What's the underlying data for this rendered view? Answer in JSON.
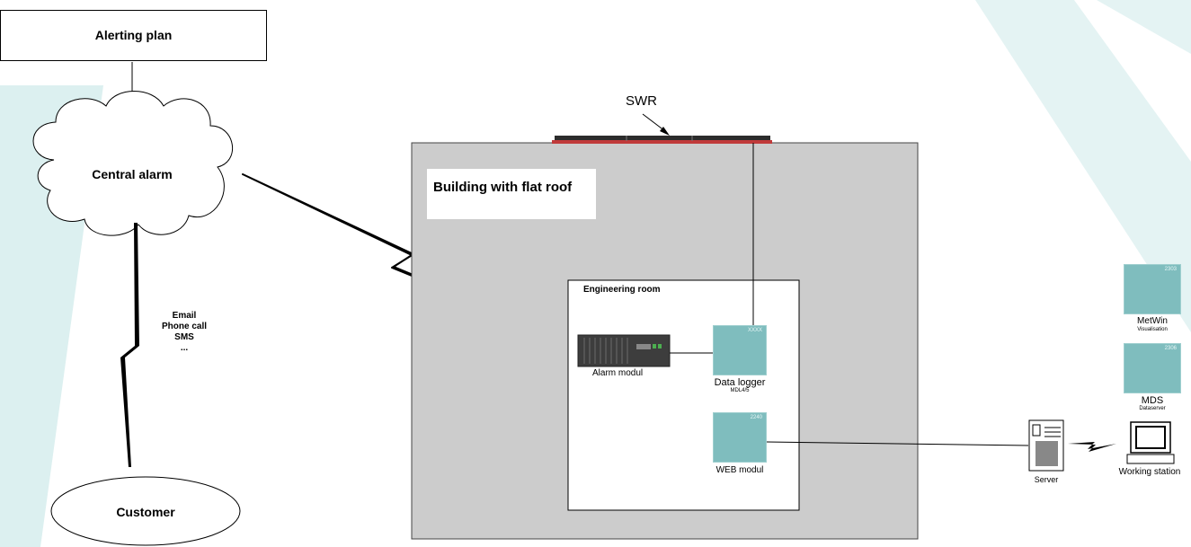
{
  "alerting_plan": "Alerting plan",
  "central_alarm": "Central alarm",
  "customer": "Customer",
  "channels": [
    "Email",
    "Phone call",
    "SMS",
    "..."
  ],
  "swr": "SWR",
  "building": "Building with flat roof",
  "engineering_room": "Engineering room",
  "alarm_modul": "Alarm modul",
  "data_logger": {
    "label": "Data logger",
    "sublabel": "MDL4/5",
    "tag": "XXXX"
  },
  "web_modul": {
    "label": "WEB modul",
    "tag": "2240"
  },
  "metwin": {
    "label": "MetWin",
    "sublabel": "Visualisation",
    "tag": "2303"
  },
  "mds": {
    "label": "MDS",
    "sublabel": "Dataserver",
    "tag": "2306"
  },
  "server": "Server",
  "working_station": "Working station",
  "colors": {
    "stripe": "#d8efef",
    "building": "#cccccc",
    "roof_accent": "#c03a3a",
    "panel": "#7fbdbe"
  }
}
